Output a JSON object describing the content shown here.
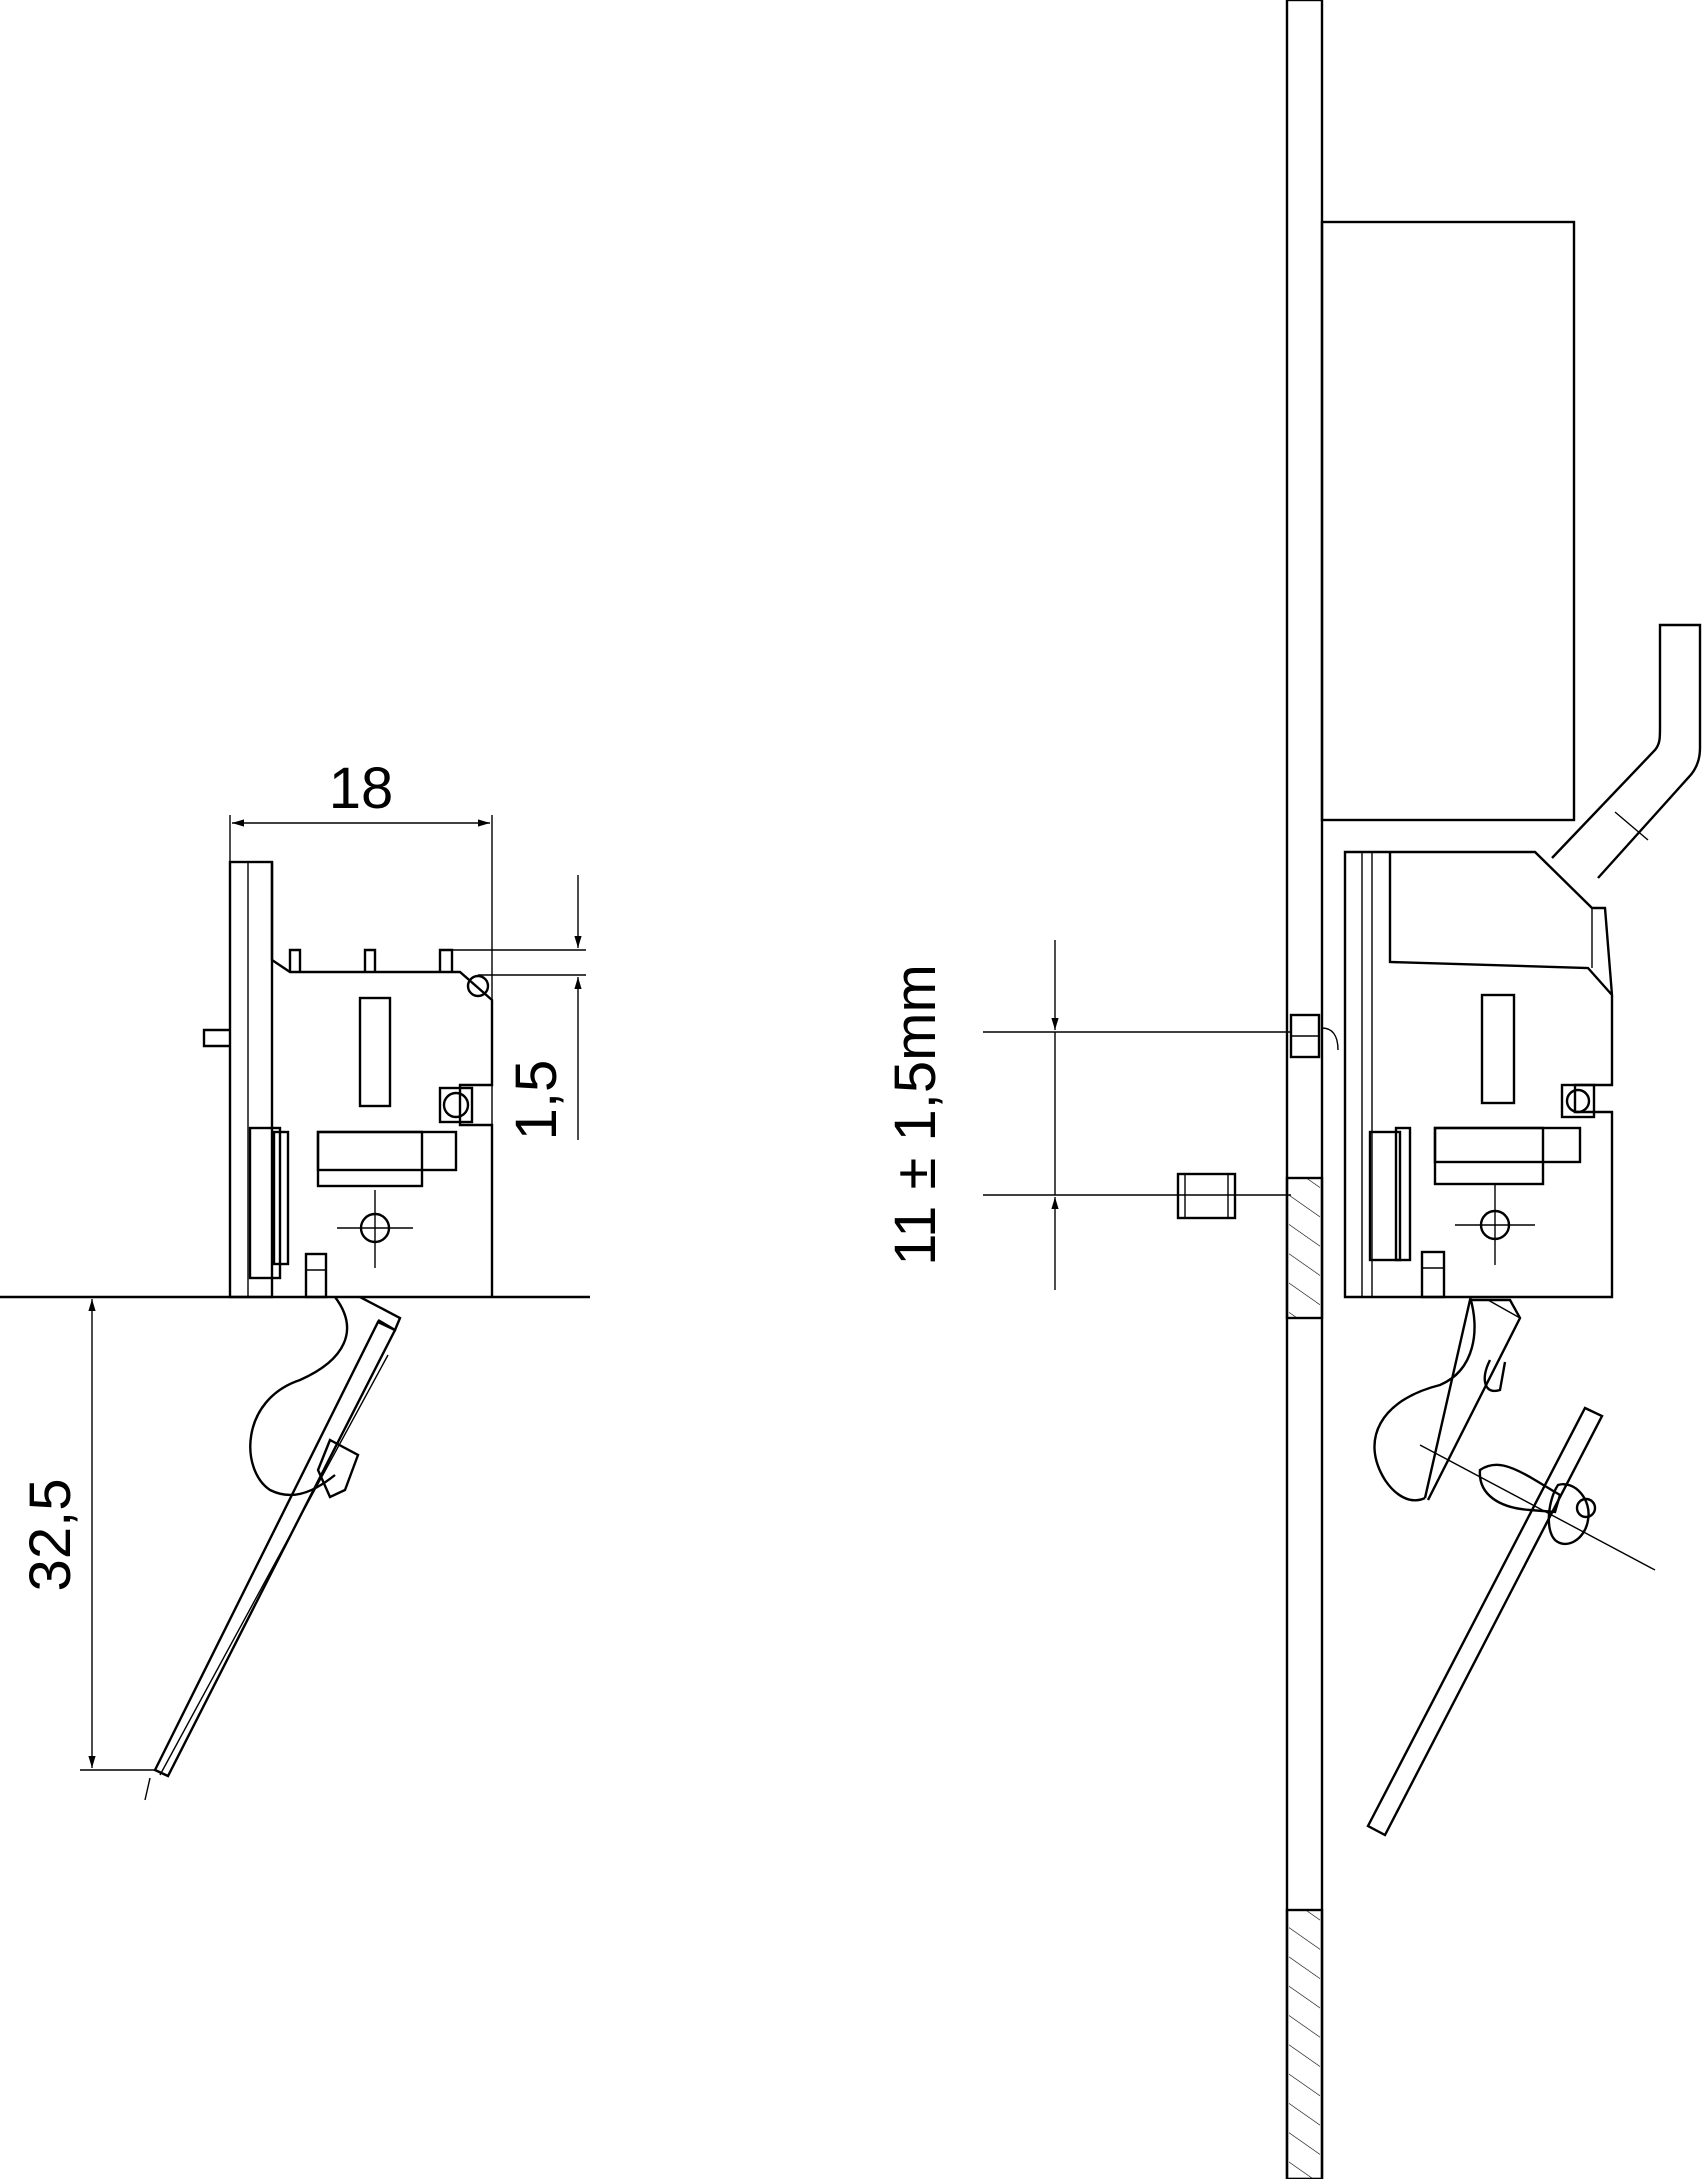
{
  "dimensions": {
    "width_label": "18",
    "gap_label": "1,5",
    "depth_label": "32,5",
    "offset_label": "11 ± 1,5mm"
  }
}
